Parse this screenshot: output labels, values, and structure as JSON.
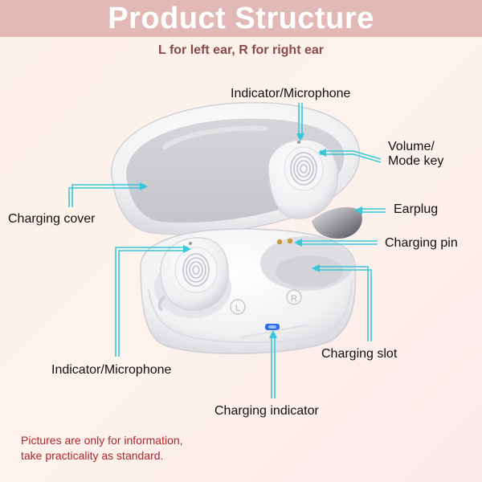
{
  "header": {
    "title": "Product Structure",
    "subtitle": "L for left ear, R for right ear"
  },
  "labels": {
    "indicator_top": "Indicator/Microphone",
    "volume_line1": "Volume/",
    "volume_line2": "Mode key",
    "earplug": "Earplug",
    "charging_cover": "Charging cover",
    "charging_pin": "Charging pin",
    "charging_slot": "Charging slot",
    "indicator_bottom": "Indicator/Microphone",
    "charging_indicator": "Charging indicator"
  },
  "case_marks": {
    "left": "L",
    "right": "R"
  },
  "disclaimer": {
    "line1": "Pictures are only for information,",
    "line2": "take practicality as standard."
  },
  "colors": {
    "title_band": "#e2b9b6",
    "leader_line": "#38c8d8",
    "disclaimer": "#b3242a",
    "indicator_led": "#2a6cf0"
  }
}
